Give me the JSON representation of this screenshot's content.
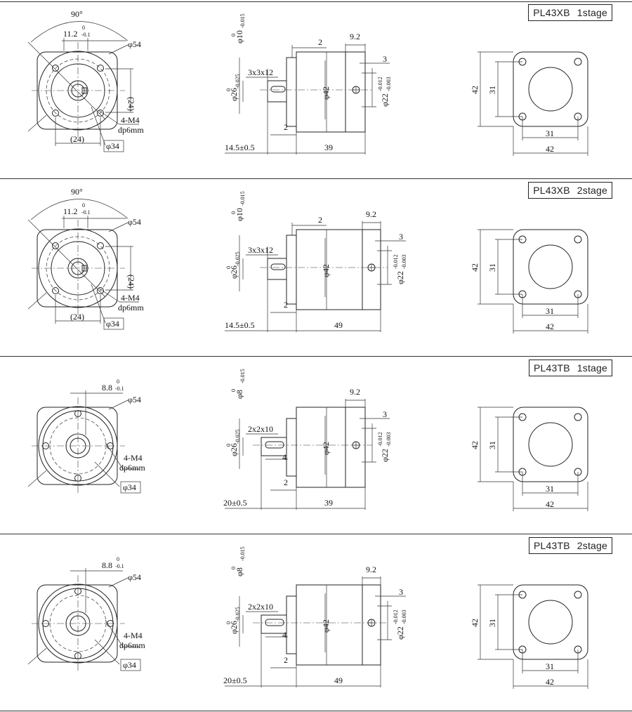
{
  "panels": [
    {
      "model": "PL43XB",
      "stage": "1stage",
      "front": {
        "angle": "90°",
        "key_offset": "11.2",
        "key_offset_tol_up": "0",
        "key_offset_tol_dn": "-0.1",
        "flange_dia": "φ54",
        "bolt_h": "(24)",
        "bolt_v": "(24)",
        "holes": "4-M4",
        "depth": "dp6mm",
        "pilot": "φ34"
      },
      "side": {
        "shaft": "φ10",
        "shaft_tol_up": "0",
        "shaft_tol_dn": "-0.015",
        "pilot_dia": "φ26",
        "pilot_tol_up": "0",
        "pilot_tol_dn": "-0.025",
        "key": "3x3x12",
        "len_2a": "2",
        "len_92": "9.2",
        "len_3": "3",
        "body_dia": "φ42",
        "in_bore": "φ22",
        "in_tol_up": "-0.012",
        "in_tol_dn": "-0.003",
        "len_2b": "2",
        "shaft_len": "14.5±0.5",
        "body_len": "39",
        "key_inset": ""
      },
      "back": {
        "height": "42",
        "hole_v": "31",
        "hole_h": "31",
        "width": "42"
      }
    },
    {
      "model": "PL43XB",
      "stage": "2stage",
      "front": {
        "angle": "90°",
        "key_offset": "11.2",
        "key_offset_tol_up": "0",
        "key_offset_tol_dn": "-0.1",
        "flange_dia": "φ54",
        "bolt_h": "(24)",
        "bolt_v": "(24)",
        "holes": "4-M4",
        "depth": "dp6mm",
        "pilot": "φ34"
      },
      "side": {
        "shaft": "φ10",
        "shaft_tol_up": "0",
        "shaft_tol_dn": "-0.015",
        "pilot_dia": "φ26",
        "pilot_tol_up": "0",
        "pilot_tol_dn": "-0.025",
        "key": "3x3x12",
        "len_2a": "2",
        "len_92": "9.2",
        "len_3": "3",
        "body_dia": "φ42",
        "in_bore": "φ22",
        "in_tol_up": "-0.012",
        "in_tol_dn": "-0.003",
        "len_2b": "2",
        "shaft_len": "14.5±0.5",
        "body_len": "49",
        "key_inset": ""
      },
      "back": {
        "height": "42",
        "hole_v": "31",
        "hole_h": "31",
        "width": "42"
      }
    },
    {
      "model": "PL43TB",
      "stage": "1stage",
      "front": {
        "angle": "",
        "key_offset": "8.8",
        "key_offset_tol_up": "0",
        "key_offset_tol_dn": "-0.1",
        "flange_dia": "φ54",
        "bolt_h": "",
        "bolt_v": "",
        "holes": "4-M4",
        "depth": "dp6mm",
        "pilot": "φ34"
      },
      "side": {
        "shaft": "φ8",
        "shaft_tol_up": "0",
        "shaft_tol_dn": "-0.015",
        "pilot_dia": "φ26",
        "pilot_tol_up": "0",
        "pilot_tol_dn": "-0.025",
        "key": "2x2x10",
        "len_2a": "",
        "len_92": "9.2",
        "len_3": "3",
        "body_dia": "φ42",
        "in_bore": "φ22",
        "in_tol_up": "-0.012",
        "in_tol_dn": "-0.003",
        "len_2b": "2",
        "shaft_len": "20±0.5",
        "body_len": "39",
        "key_inset": "4"
      },
      "back": {
        "height": "42",
        "hole_v": "31",
        "hole_h": "31",
        "width": "42"
      }
    },
    {
      "model": "PL43TB",
      "stage": "2stage",
      "front": {
        "angle": "",
        "key_offset": "8.8",
        "key_offset_tol_up": "0",
        "key_offset_tol_dn": "-0.1",
        "flange_dia": "φ54",
        "bolt_h": "",
        "bolt_v": "",
        "holes": "4-M4",
        "depth": "dp6mm",
        "pilot": "φ34"
      },
      "side": {
        "shaft": "φ8",
        "shaft_tol_up": "0",
        "shaft_tol_dn": "-0.015",
        "pilot_dia": "φ26",
        "pilot_tol_up": "0",
        "pilot_tol_dn": "-0.025",
        "key": "2x2x10",
        "len_2a": "",
        "len_92": "9.2",
        "len_3": "3",
        "body_dia": "φ42",
        "in_bore": "φ22",
        "in_tol_up": "-0.012",
        "in_tol_dn": "-0.003",
        "len_2b": "2",
        "shaft_len": "20±0.5",
        "body_len": "49",
        "key_inset": "4"
      },
      "back": {
        "height": "42",
        "hole_v": "31",
        "hole_h": "31",
        "width": "42"
      }
    }
  ]
}
